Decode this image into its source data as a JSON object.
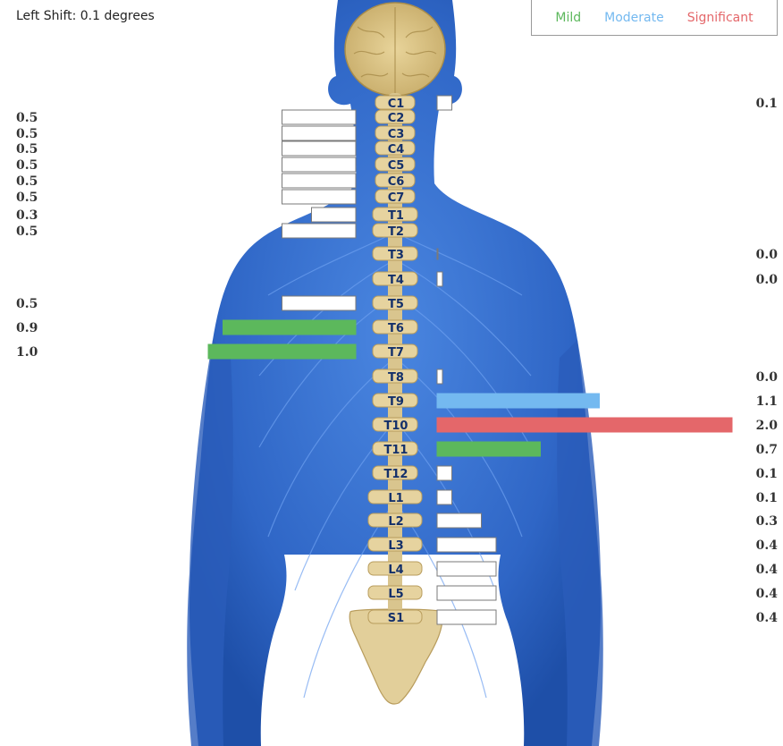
{
  "status": {
    "left_shift": "Left Shift: 0.1 degrees"
  },
  "legend": [
    {
      "label": "Mild",
      "color": "#5cb85c"
    },
    {
      "label": "Moderate",
      "color": "#74b9f0"
    },
    {
      "label": "Significant",
      "color": "#e4676a"
    }
  ],
  "colors": {
    "none": "#ffffff",
    "mild": "#5cb85c",
    "moderate": "#74b9f0",
    "significant": "#e4676a"
  },
  "chart_data": {
    "type": "bar",
    "categories": [
      "C1",
      "C2",
      "C3",
      "C4",
      "C5",
      "C6",
      "C7",
      "T1",
      "T2",
      "T3",
      "T4",
      "T5",
      "T6",
      "T7",
      "T8",
      "T9",
      "T10",
      "T11",
      "T12",
      "L1",
      "L2",
      "L3",
      "L4",
      "L5",
      "S1"
    ],
    "series": [
      {
        "side": "left",
        "values": [
          null,
          0.5,
          0.5,
          0.5,
          0.5,
          0.5,
          0.5,
          0.3,
          0.5,
          null,
          null,
          0.5,
          0.9,
          1.0,
          null,
          null,
          null,
          null,
          null,
          null,
          null,
          null,
          null,
          null,
          null
        ],
        "severity": [
          null,
          "none",
          "none",
          "none",
          "none",
          "none",
          "none",
          "none",
          "none",
          null,
          null,
          "none",
          "mild",
          "mild",
          null,
          null,
          null,
          null,
          null,
          null,
          null,
          null,
          null,
          null,
          null
        ]
      },
      {
        "side": "right",
        "values": [
          0.1,
          null,
          null,
          null,
          null,
          null,
          null,
          null,
          null,
          0.0,
          0.0,
          null,
          null,
          null,
          0.0,
          1.1,
          2.0,
          0.7,
          0.1,
          0.1,
          0.3,
          0.4,
          0.4,
          0.4,
          0.4
        ],
        "severity": [
          "none",
          null,
          null,
          null,
          null,
          null,
          null,
          null,
          null,
          "none",
          "none",
          null,
          null,
          null,
          "none",
          "moderate",
          "significant",
          "mild",
          "none",
          "none",
          "none",
          "none",
          "none",
          "none",
          "none"
        ]
      }
    ]
  }
}
